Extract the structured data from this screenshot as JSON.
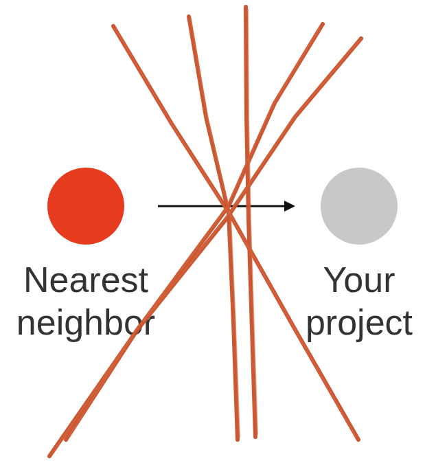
{
  "diagram": {
    "nodes": [
      {
        "text": [
          "Nearest neighbor"
        ]
      },
      {
        "text": [
          "Your project"
        ]
      }
    ],
    "edges": [
      {
        "from": 0,
        "to": 1,
        "arrow": "to"
      }
    ]
  }
}
